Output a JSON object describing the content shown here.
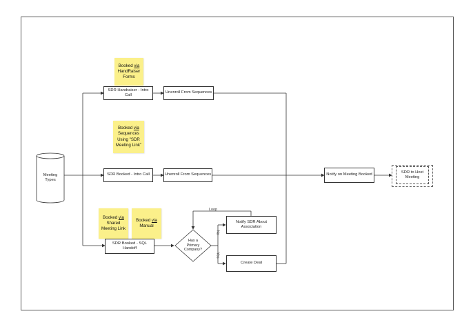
{
  "diagram": {
    "meeting_types": "Meeting\nTypes",
    "handraiser_intro": "SDR Handraiser - Intro Call",
    "unenroll_1": "Unenroll From Sequences",
    "booked_intro": "SDR Booked - Intro Call",
    "unenroll_2": "Unenroll From Sequences",
    "sql_handoff": "SDR Booked - SQL Handoff",
    "has_primary": "Has a\nPrimary\nCompany?",
    "notify_sdr": "Notify SDR About\nAssociation",
    "create_deal": "Create Deal",
    "notify_meeting": "Notify on Meeting Booked",
    "sdr_host": "SDR to Host\nMeeting",
    "loop_label": "Loop",
    "no_label": "No",
    "yes_label": "Yes"
  },
  "notes": {
    "handraiser": {
      "pre": "Booked ",
      "u": "via",
      "post": "\nHandRaiser\nForms"
    },
    "sequences": {
      "pre": "Booked ",
      "u": "via",
      "post": "\nSequences\nUsing \"SDR\nMeeting Link\""
    },
    "shared": {
      "pre": "Booked ",
      "u": "via",
      "post": "\nShared\nMeeting Link"
    },
    "manual": {
      "pre": "Booked ",
      "u": "via",
      "post": "\nManual"
    }
  },
  "colors": {
    "note": "#fbf08a",
    "line": "#333333"
  }
}
